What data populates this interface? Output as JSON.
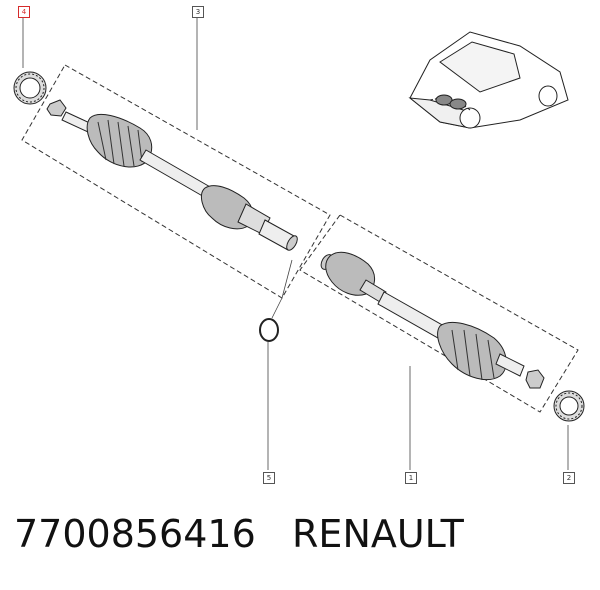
{
  "callouts": {
    "c4": "4",
    "c3": "3",
    "c5": "5",
    "c1": "1",
    "c2": "2"
  },
  "footer": {
    "part_number": "7700856416",
    "brand": "RENAULT"
  },
  "colors": {
    "accent_callout": "#d62b2b",
    "line": "#222222"
  }
}
